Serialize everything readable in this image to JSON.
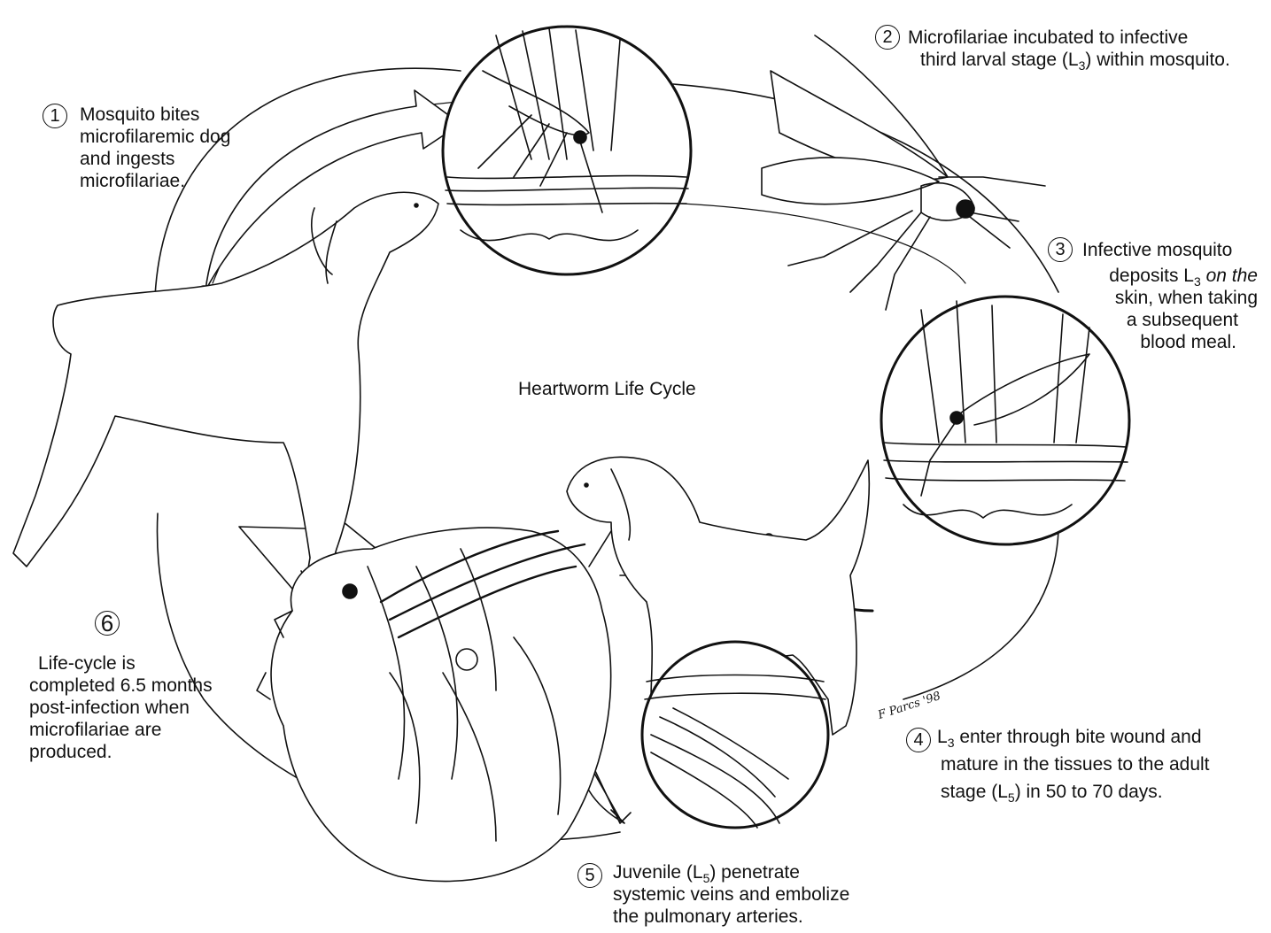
{
  "title": "Heartworm Life Cycle",
  "signature": "F Parcs '98",
  "steps": [
    {
      "number": "1",
      "lines": [
        "Mosquito bites",
        "microfilaremic dog",
        "and ingests",
        "microfilariae."
      ]
    },
    {
      "number": "2",
      "line1": "Microfilariae incubated to infective",
      "line2_pre": "third larval stage (L",
      "line2_sub": "3",
      "line2_post": ") within mosquito."
    },
    {
      "number": "3",
      "line1": "Infective mosquito",
      "line2_pre": "deposits L",
      "line2_sub": "3",
      "line2_post": " on the",
      "lines_rest": [
        "skin, when taking",
        "a subsequent",
        "blood meal."
      ]
    },
    {
      "number": "4",
      "line1_pre": "L",
      "line1_sub": "3",
      "line1_post": " enter through bite wound and",
      "line2": "mature in the tissues to the adult",
      "line3_pre": "stage (L",
      "line3_sub": "5",
      "line3_post": ") in 50 to 70 days."
    },
    {
      "number": "5",
      "line1_pre": "Juvenile (L",
      "line1_sub": "5",
      "line1_post": ") penetrate",
      "line2": "systemic veins and embolize",
      "line3": "the pulmonary arteries."
    },
    {
      "number": "6",
      "lines": [
        "Life-cycle is",
        "completed 6.5 months",
        "post-infection when",
        "microfilariae are",
        "produced."
      ]
    }
  ],
  "colors": {
    "ink": "#111111",
    "paper": "#ffffff"
  }
}
